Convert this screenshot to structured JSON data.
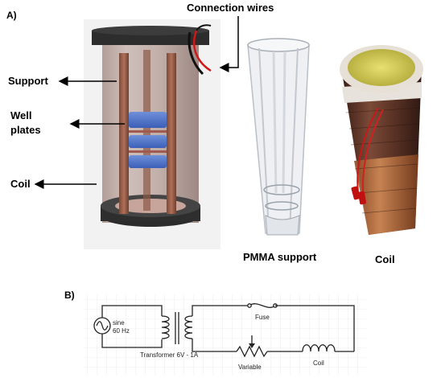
{
  "panel_a": {
    "label": "A)",
    "connection_wires": "Connection wires",
    "support": "Support",
    "well_plates_line1": "Well",
    "well_plates_line2": "plates",
    "coil": "Coil",
    "pmma_caption": "PMMA support",
    "coil_caption": "Coil"
  },
  "panel_b": {
    "label": "B)",
    "source_line1": "sine",
    "source_line2": "60 Hz",
    "fuse": "Fuse",
    "transformer": "Transformer 6V - 1A",
    "variable": "Variable",
    "coil": "Coil"
  }
}
